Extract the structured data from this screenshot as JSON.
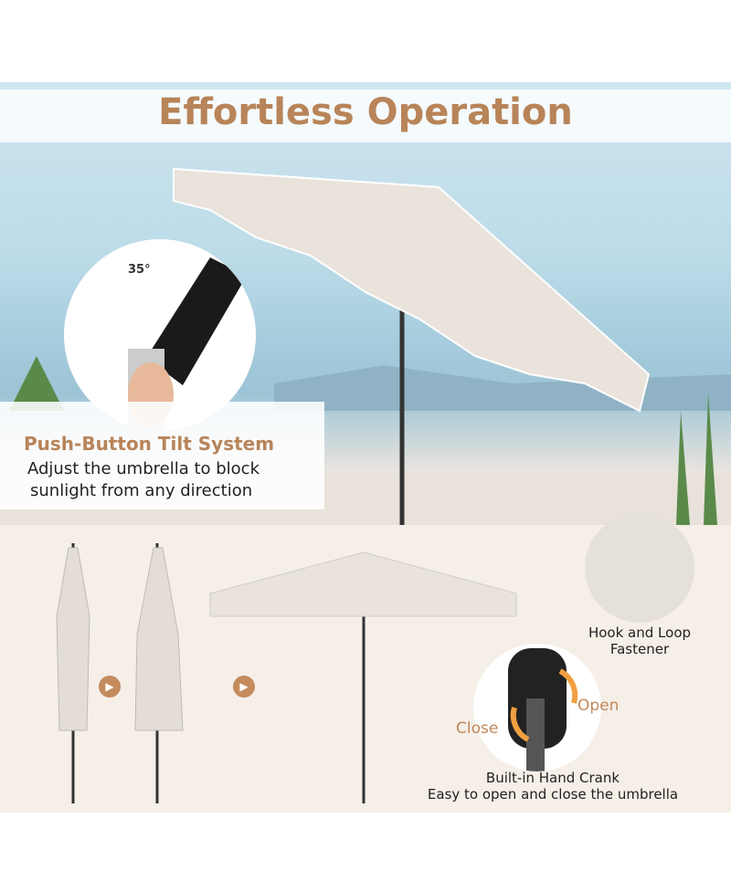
{
  "title": "Effortless Operation",
  "tilt": {
    "angle": "35°",
    "heading": "Push-Button Tilt System",
    "line1": "Adjust the umbrella to block",
    "line2": "sunlight from any direction"
  },
  "fastener": {
    "line1": "Hook and Loop",
    "line2": "Fastener"
  },
  "crank": {
    "open": "Open",
    "close": "Close",
    "line1": "Built-in Hand Crank",
    "line2": "Easy to open and close the umbrella"
  },
  "icons": {
    "step_arrow": "play-circle-icon"
  },
  "colors": {
    "accent": "#b88459",
    "background": "#f5efe8"
  }
}
